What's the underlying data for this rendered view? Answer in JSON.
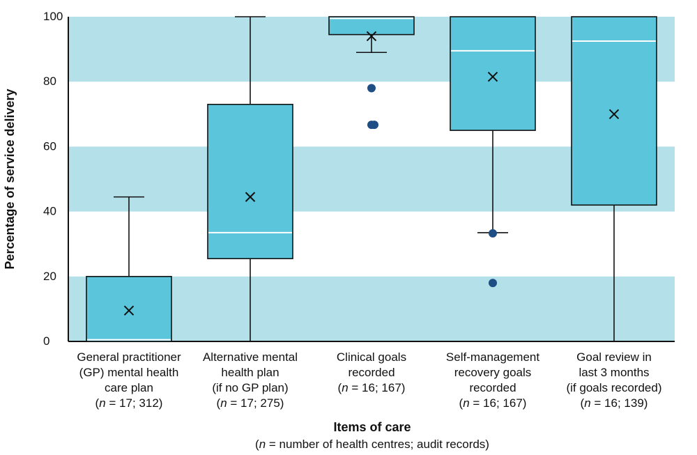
{
  "chart_data": {
    "type": "box",
    "ylabel": "Percentage of service delivery",
    "xlabel": "Items of care",
    "xlabel_note": {
      "prefix": "(",
      "n": "n",
      "text": " = number of health centres; audit records)"
    },
    "ylim": [
      0,
      100
    ],
    "yticks": [
      "0",
      "20",
      "40",
      "60",
      "80",
      "100"
    ],
    "bands": "alternating shaded bands every 20 units",
    "colors": {
      "box": "#5bc6db",
      "band": "#b4e0e9",
      "point": "#1f4e85",
      "median": "#ffffff",
      "line": "#111111"
    },
    "categories": [
      {
        "lines": [
          "General practitioner",
          "(GP) mental health",
          "care plan"
        ],
        "n_label": {
          "prefix": "(",
          "n": "n",
          "text": " = 17; 312)"
        },
        "min": 0,
        "q1": 0,
        "median": 0.5,
        "q3": 20,
        "max": 44.5,
        "mean": 9.5,
        "outliers": []
      },
      {
        "lines": [
          "Alternative mental",
          "health plan",
          "(if no GP plan)"
        ],
        "n_label": {
          "prefix": "(",
          "n": "n",
          "text": " = 17; 275)"
        },
        "min": 0,
        "q1": 25.5,
        "median": 33.5,
        "q3": 73,
        "max": 100,
        "mean": 44.5,
        "outliers": []
      },
      {
        "lines": [
          "Clinical goals",
          "recorded"
        ],
        "n_label": {
          "prefix": "(",
          "n": "n",
          "text": " = 16; 167)"
        },
        "min": 89,
        "q1": 94.5,
        "median": 99.5,
        "q3": 100,
        "max": 100,
        "mean": 94,
        "outliers": [
          78,
          66.7,
          66.7
        ]
      },
      {
        "lines": [
          "Self-management",
          "recovery goals",
          "recorded"
        ],
        "n_label": {
          "prefix": "(",
          "n": "n",
          "text": " = 16; 167)"
        },
        "min": 33.5,
        "q1": 65,
        "median": 89.5,
        "q3": 100,
        "max": 100,
        "mean": 81.5,
        "outliers": [
          33.3,
          18
        ]
      },
      {
        "lines": [
          "Goal review in",
          "last 3 months",
          "(if goals recorded)"
        ],
        "n_label": {
          "prefix": "(",
          "n": "n",
          "text": " = 16; 139)"
        },
        "min": 0,
        "q1": 42,
        "median": 92.5,
        "q3": 100,
        "max": 100,
        "mean": 70,
        "outliers": []
      }
    ]
  }
}
